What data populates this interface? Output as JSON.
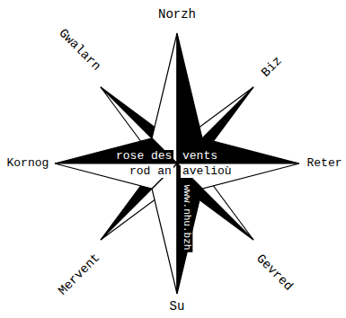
{
  "diagram": {
    "labels": [
      "Norzh",
      "Biz",
      "Reter",
      "Gevred",
      "Su",
      "Mervent",
      "Kornog",
      "Gwalarn",
      "rose des",
      "vents",
      "rod an",
      "avelioù",
      "www.nhu.bzh"
    ]
  }
}
